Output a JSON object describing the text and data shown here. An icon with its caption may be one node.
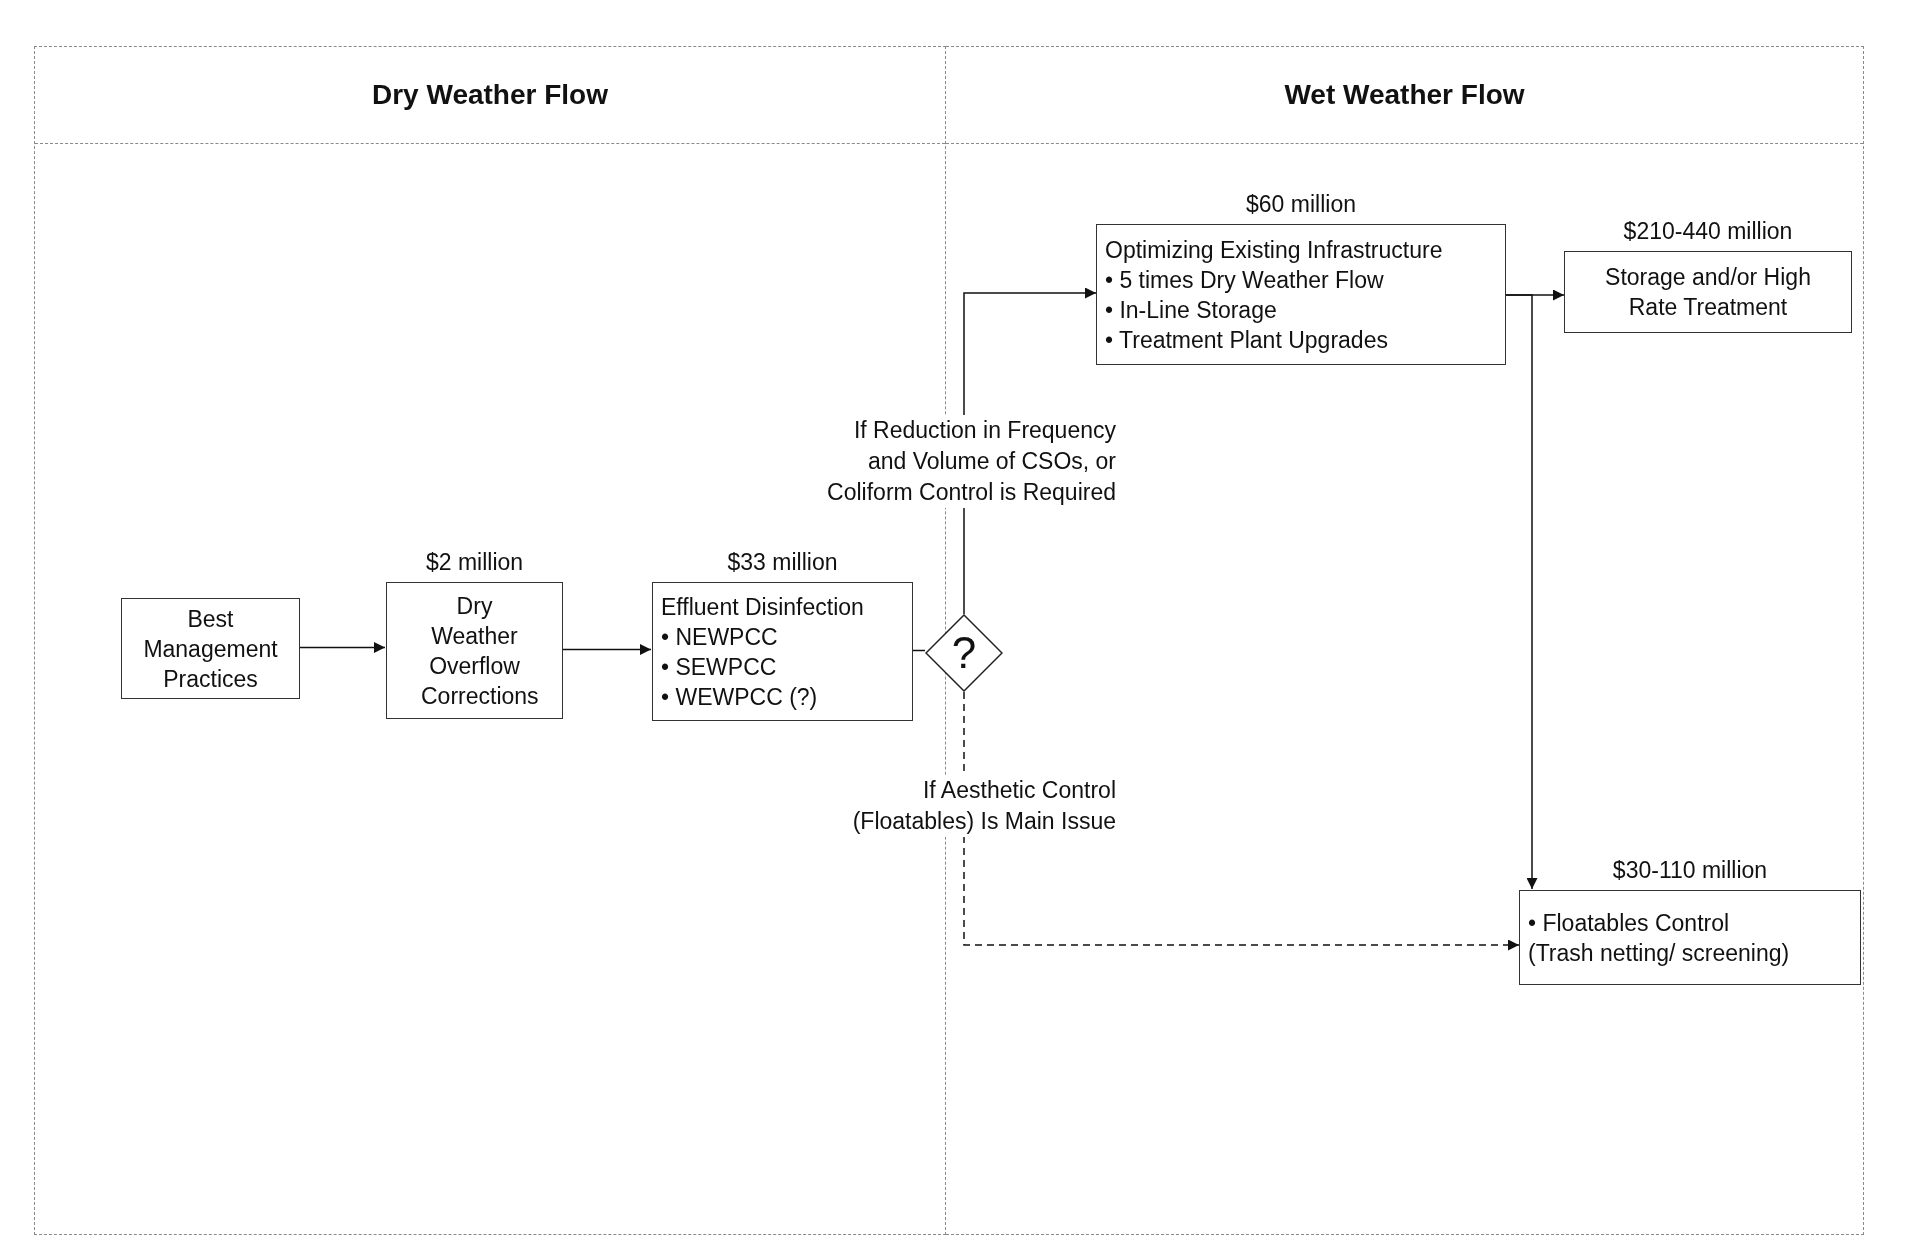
{
  "diagram": {
    "nodes": [
      {
        "text": [
          "Dry Weather Flow"
        ]
      },
      {
        "text": [
          "Wet Weather Flow"
        ]
      },
      {
        "text": [
          "Best Management Practices"
        ],
        "in": 0
      },
      {
        "text": [
          "Dry Weather Overflow Corrections"
        ],
        "in": 0,
        "beside": [
          "$2 million"
        ]
      },
      {
        "text": [
          "Effluent Disinfection",
          "• NEWPCC",
          "• SEWPCC",
          "• WEWPCC (?)"
        ],
        "in": 0,
        "beside": [
          "$33 million"
        ]
      },
      {
        "text": [
          "?"
        ]
      },
      {
        "text": [
          "Optimizing Existing Infrastructure",
          "• 5 times Dry Weather Flow",
          "• In-Line Storage",
          "• Treatment Plant Upgrades"
        ],
        "in": 1,
        "beside": [
          "$60 million"
        ]
      },
      {
        "text": [
          "Storage and/or High Rate Treatment"
        ],
        "in": 1,
        "beside": [
          "$210-440 million"
        ]
      },
      {
        "text": [
          "• Floatables Control",
          "(Trash netting/ screening)"
        ],
        "in": 1,
        "beside": [
          "$30-110 million"
        ]
      }
    ],
    "edges": [
      {
        "from": 2,
        "to": 3,
        "arrow": "to"
      },
      {
        "from": 3,
        "to": 4,
        "arrow": "to"
      },
      {
        "from": 4,
        "to": 5,
        "arrow": "none"
      },
      {
        "from": 5,
        "to": 6,
        "arrow": "to",
        "label": "If Reduction in Frequency and Volume of CSOs, or Coliform Control is Required"
      },
      {
        "from": 5,
        "to": 8,
        "arrow": "to",
        "style": "dashed",
        "label": "If Aesthetic Control (Floatables) Is Main Issue"
      },
      {
        "from": 6,
        "to": 7,
        "arrow": "to"
      },
      {
        "from": 6,
        "to": 8,
        "arrow": "to"
      }
    ]
  }
}
